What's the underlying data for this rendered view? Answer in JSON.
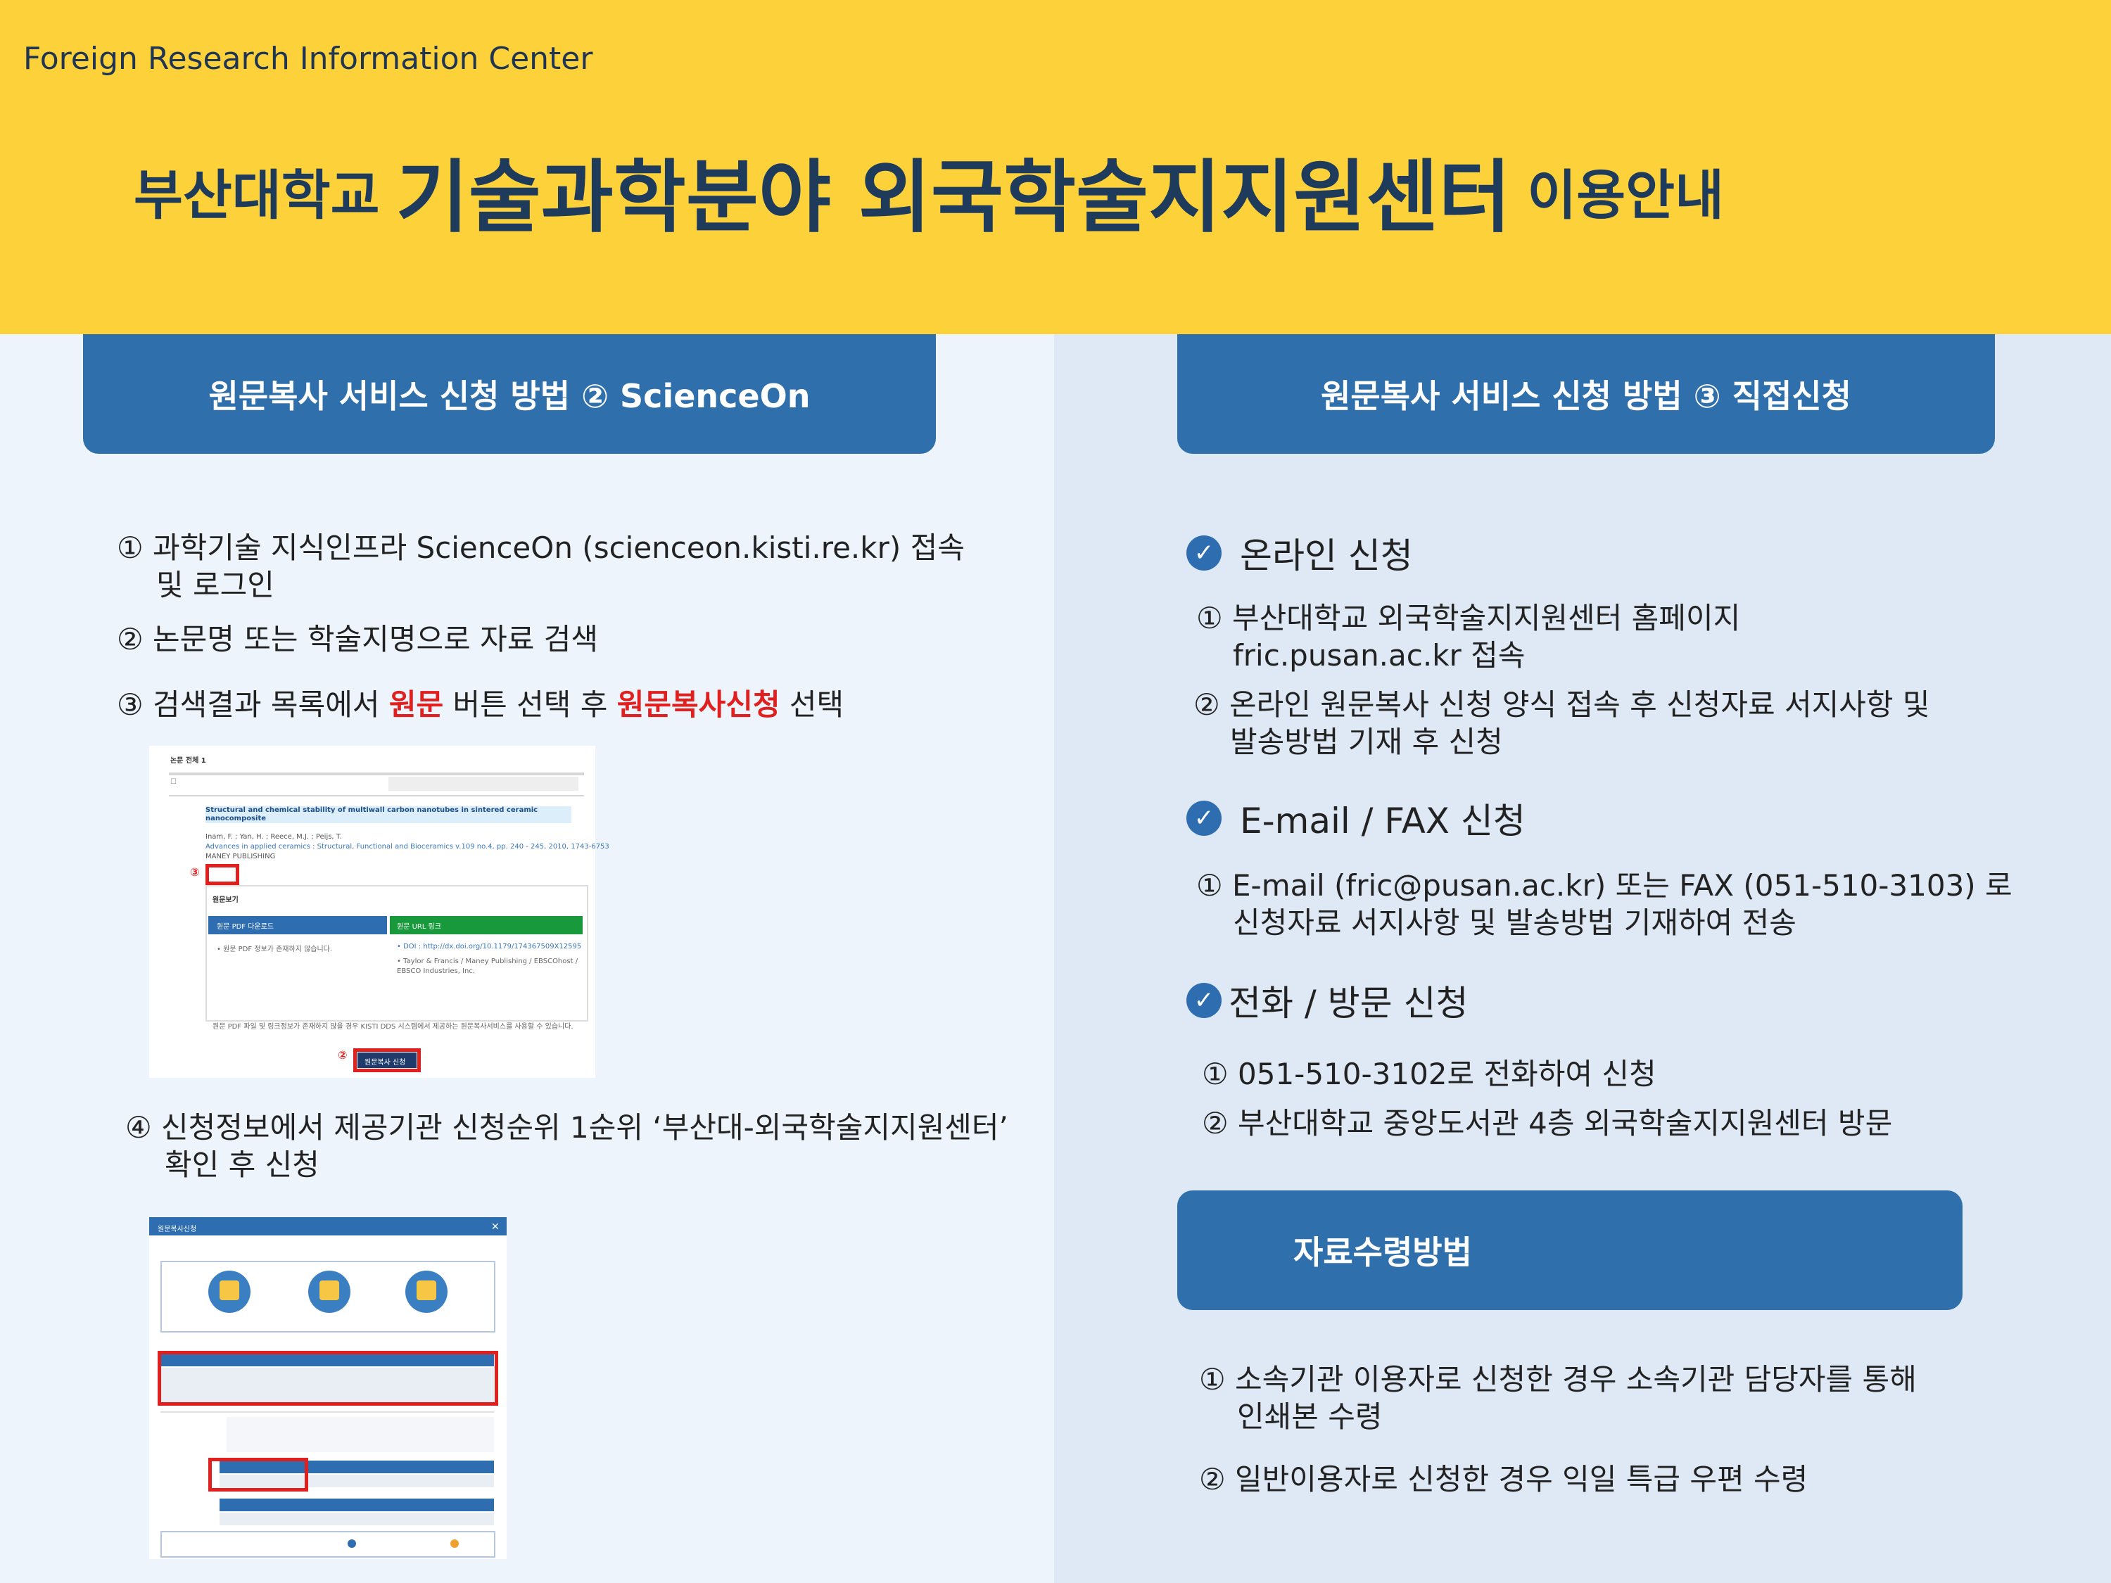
{
  "header": {
    "subtitle_en": "Foreign Research Information Center",
    "title_part1": "부산대학교",
    "title_main": "기술과학분야 외국학술지지원센터",
    "title_part3": "이용안내"
  },
  "left": {
    "section_title": "원문복사 서비스 신청 방법 ② ScienceOn",
    "steps": {
      "s1_line1": "① 과학기술 지식인프라 ScienceOn (scienceon.kisti.re.kr) 접속",
      "s1_line2": "및 로그인",
      "s2": "② 논문명 또는 학술지명으로 자료 검색",
      "s3_a": "③ 검색결과 목록에서 ",
      "s3_b": "원문",
      "s3_c": " 버튼 선택 후 ",
      "s3_d": "원문복사신청",
      "s3_e": " 선택",
      "s4_line1": "④ 신청정보에서 제공기관 신청순위 1순위 ‘부산대-외국학술지지원센터’",
      "s4_line2": "확인 후 신청"
    },
    "screenshot1": {
      "result_count": "논문 전체 1",
      "article_title": "Structural and chemical stability of multiwall carbon nanotubes in sintered ceramic nanocomposite",
      "authors": "Inam, F. ; Yan, H. ; Reece, M.J. ; Peijs, T.",
      "journal": "Advances in applied ceramics : Structural, Functional and Bioceramics v.109 no.4, pp. 240 - 245, 2010, 1743-6753",
      "publisher": "MANEY PUBLISHING",
      "marker3": "③",
      "panel_title": "원문보기",
      "pdf_label": "원문 PDF 다운로드",
      "url_label": "원문 URL 링크",
      "no_pdf": "• 원문 PDF 정보가 존재하지 않습니다.",
      "doi": "• DOI : http://dx.doi.org/10.1179/174367509X12595",
      "links": "• Taylor & Francis / Maney Publishing / EBSCOhost / EBSCO Industries, Inc.",
      "notice": "원문 PDF 파일 및 링크정보가 존재하지 않을 경우 KISTI DDS 시스템에서 제공하는 원문복사서비스를 사용할 수 있습니다.",
      "marker2": "②",
      "button": "원문복사 신청"
    },
    "screenshot2": {
      "window_title": "원문복사신청",
      "close": "✕"
    }
  },
  "right": {
    "section_title": "원문복사 서비스 신청 방법 ③ 직접신청",
    "online": {
      "title": "온라인 신청",
      "i1_line1": "① 부산대학교 외국학술지지원센터 홈페이지",
      "i1_line2": "fric.pusan.ac.kr  접속",
      "i2_line1": "② 온라인 원문복사 신청 양식 접속 후 신청자료 서지사항 및",
      "i2_line2": "발송방법 기재 후 신청"
    },
    "email": {
      "title": "E-mail / FAX 신청",
      "i1_line1": "① E-mail (fric@pusan.ac.kr) 또는 FAX (051-510-3103) 로",
      "i1_line2": "신청자료 서지사항 및 발송방법 기재하여 전송"
    },
    "phone": {
      "title": "전화 / 방문 신청",
      "i1": "① 051-510-3102로 전화하여 신청",
      "i2": "② 부산대학교 중앙도서관 4층 외국학술지지원센터 방문"
    },
    "receipt": {
      "section_title": "자료수령방법",
      "i1_line1": "① 소속기관 이용자로 신청한 경우 소속기관 담당자를 통해",
      "i1_line2": "인쇄본 수령",
      "i2": "② 일반이용자로 신청한 경우 익일 특급 우편 수령"
    }
  }
}
